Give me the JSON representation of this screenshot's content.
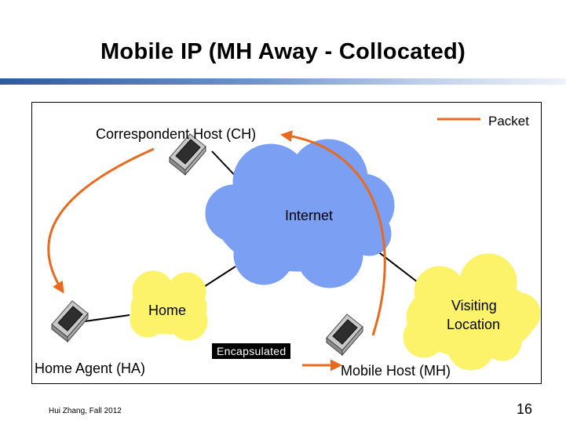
{
  "slide": {
    "title": "Mobile IP (MH Away - Collocated)",
    "footer": "Hui Zhang, Fall 2012",
    "page_number": "16"
  },
  "diagram": {
    "legend_label": "Packet",
    "correspondent_host": "Correspondent Host (CH)",
    "internet": "Internet",
    "home": "Home",
    "visiting_line1": "Visiting",
    "visiting_line2": "Location",
    "encapsulated": "Encapsulated",
    "home_agent": "Home Agent (HA)",
    "mobile_host": "Mobile Host (MH)"
  },
  "colors": {
    "cloud_internet": "#7b9ff2",
    "cloud_local": "#fdf36b",
    "arrow": "#e86a1f",
    "title_rule": "#2f5a9e"
  },
  "icons": [
    "laptop-icon",
    "laptop-icon",
    "laptop-icon"
  ]
}
